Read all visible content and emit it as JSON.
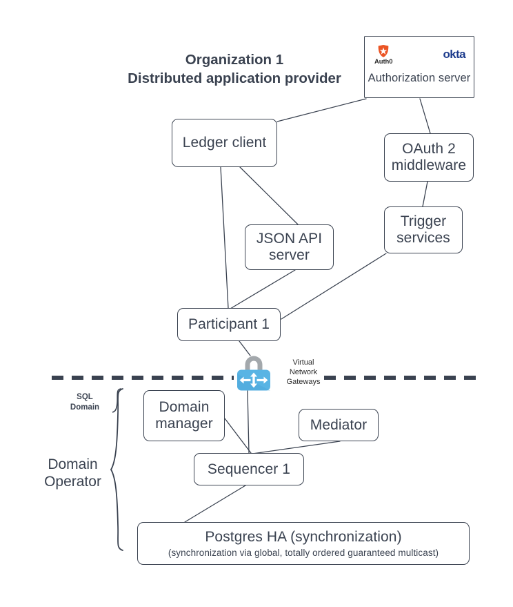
{
  "diagram": {
    "title_line1": "Organization 1",
    "title_line2": "Distributed application provider",
    "nodes": {
      "auth_server": {
        "label": "Authorization server",
        "logos": [
          {
            "name": "auth0-logo",
            "word": "Auth0",
            "color": "#EB5424"
          },
          {
            "name": "okta-logo",
            "word": "okta",
            "color": "#1b3a8c"
          }
        ]
      },
      "ledger_client": {
        "label": "Ledger client"
      },
      "oauth_middleware": {
        "line1": "OAuth 2",
        "line2": "middleware"
      },
      "trigger_services": {
        "line1": "Trigger",
        "line2": "services"
      },
      "json_api_server": {
        "line1": "JSON API",
        "line2": "server"
      },
      "participant_1": {
        "label": "Participant 1"
      },
      "domain_manager": {
        "line1": "Domain",
        "line2": "manager"
      },
      "mediator": {
        "label": "Mediator"
      },
      "sequencer_1": {
        "label": "Sequencer 1"
      },
      "postgres_ha": {
        "title": "Postgres HA (synchronization)",
        "subtitle": "(synchronization via global, totally ordered guaranteed multicast)"
      }
    },
    "annotations": {
      "vng_line1": "Virtual",
      "vng_line2": "Network",
      "vng_line3": "Gateways",
      "sql_domain_line1": "SQL",
      "sql_domain_line2": "Domain",
      "domain_operator_line1": "Domain",
      "domain_operator_line2": "Operator"
    },
    "colors": {
      "stroke": "#3a4250",
      "background": "#ffffff",
      "lock_body": "#59b4e4",
      "lock_shackle": "#a3a8ac",
      "auth0_orange": "#EB5424",
      "okta_blue": "#1b3a8c"
    },
    "edges": [
      {
        "from": "auth_server",
        "to": "ledger_client"
      },
      {
        "from": "auth_server",
        "to": "oauth_middleware"
      },
      {
        "from": "oauth_middleware",
        "to": "trigger_services"
      },
      {
        "from": "ledger_client",
        "to": "json_api_server"
      },
      {
        "from": "ledger_client",
        "to": "participant_1"
      },
      {
        "from": "json_api_server",
        "to": "participant_1"
      },
      {
        "from": "trigger_services",
        "to": "participant_1"
      },
      {
        "from": "participant_1",
        "to": "vng_gateway"
      },
      {
        "from": "vng_gateway",
        "to": "sequencer_1"
      },
      {
        "from": "domain_manager",
        "to": "sequencer_1"
      },
      {
        "from": "mediator",
        "to": "sequencer_1"
      },
      {
        "from": "sequencer_1",
        "to": "postgres_ha"
      }
    ]
  }
}
